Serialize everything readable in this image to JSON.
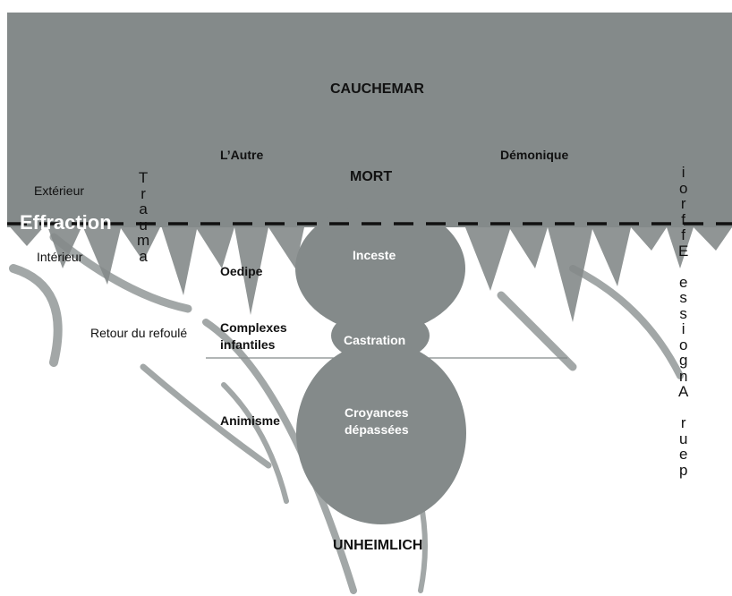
{
  "labels": {
    "cauchemar": "CAUCHEMAR",
    "lautre": "L’Autre",
    "mort": "MORT",
    "demonique": "Démonique",
    "exterieur": "Extérieur",
    "effraction": "Effraction",
    "interieur": "Intérieur",
    "inceste": "Inceste",
    "oedipe": "Oedipe",
    "retour": "Retour du refoulé",
    "complexes_line1": "Complexes",
    "complexes_line2": "infantiles",
    "castration": "Castration",
    "animisme": "Animisme",
    "croyances_line1": "Croyances",
    "croyances_line2": "dépassées",
    "unheimlich": "UNHEIMLICH"
  },
  "vertical_trauma": [
    "T",
    "r",
    "a",
    "u",
    "m",
    "a"
  ],
  "vertical_right": [
    "i",
    "o",
    "r",
    "f",
    "f",
    "E",
    "",
    "e",
    "s",
    "s",
    "i",
    "o",
    "g",
    "n",
    "A",
    "",
    "r",
    "u",
    "e",
    "p"
  ],
  "colors": {
    "gray": "#848a8a",
    "ink": "#111111",
    "white": "#ffffff"
  }
}
